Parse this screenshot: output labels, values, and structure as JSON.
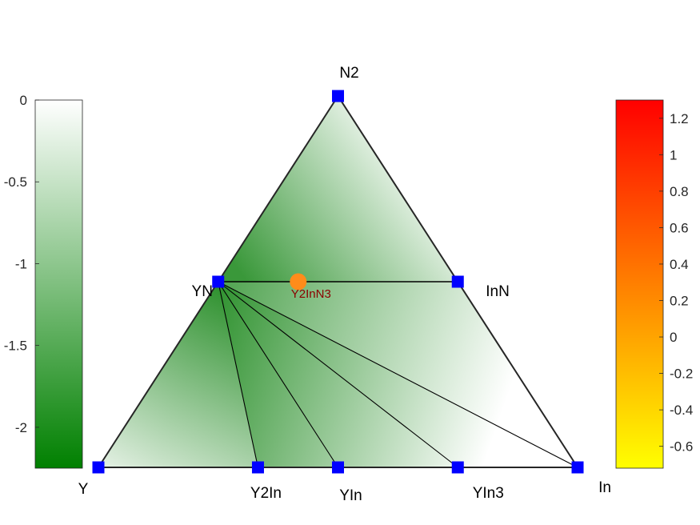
{
  "chart_data": {
    "type": "ternary-phase-diagram",
    "corners": {
      "top": "N2",
      "bottom_left": "Y",
      "bottom_right": "In"
    },
    "stable_phases": [
      {
        "label": "N2",
        "x_In": 0.0,
        "x_N": 1.0
      },
      {
        "label": "YN",
        "x_In": 0.0,
        "x_N": 0.5
      },
      {
        "label": "InN",
        "x_In": 0.5,
        "x_N": 0.5
      },
      {
        "label": "Y",
        "x_In": 0.0,
        "x_N": 0.0
      },
      {
        "label": "Y2In",
        "x_In": 0.333,
        "x_N": 0.0
      },
      {
        "label": "YIn",
        "x_In": 0.5,
        "x_N": 0.0
      },
      {
        "label": "YIn3",
        "x_In": 0.75,
        "x_N": 0.0
      },
      {
        "label": "In",
        "x_In": 1.0,
        "x_N": 0.0
      }
    ],
    "unstable_phases": [
      {
        "label": "Y2InN3",
        "x_In": 0.167,
        "x_N": 0.5,
        "color": "#ff8c1a"
      }
    ],
    "tie_lines": [
      [
        "YN",
        "InN"
      ],
      [
        "YN",
        "Y2In"
      ],
      [
        "YN",
        "YIn"
      ],
      [
        "YN",
        "YIn3"
      ],
      [
        "YN",
        "In"
      ]
    ],
    "left_colorbar": {
      "colors": [
        "#ffffff",
        "#008000"
      ],
      "ticks": [
        "0",
        "-0.5",
        "-1",
        "-1.5",
        "-2"
      ],
      "tick_values": [
        0,
        -0.5,
        -1,
        -1.5,
        -2
      ],
      "range": [
        0,
        -2.25
      ]
    },
    "right_colorbar": {
      "colors": [
        "#ffff00",
        "#ff0000"
      ],
      "ticks": [
        "1.2",
        "1",
        "0.8",
        "0.6",
        "0.4",
        "0.2",
        "0",
        "-0.2",
        "-0.4",
        "-0.6"
      ],
      "tick_values": [
        1.2,
        1,
        0.8,
        0.6,
        0.4,
        0.2,
        0,
        -0.2,
        -0.4,
        -0.6
      ],
      "range": [
        -0.72,
        1.3
      ]
    },
    "marker_color": "#0000ff",
    "tie_line_color": "#000000",
    "phase_label_color": "#8b0000"
  }
}
